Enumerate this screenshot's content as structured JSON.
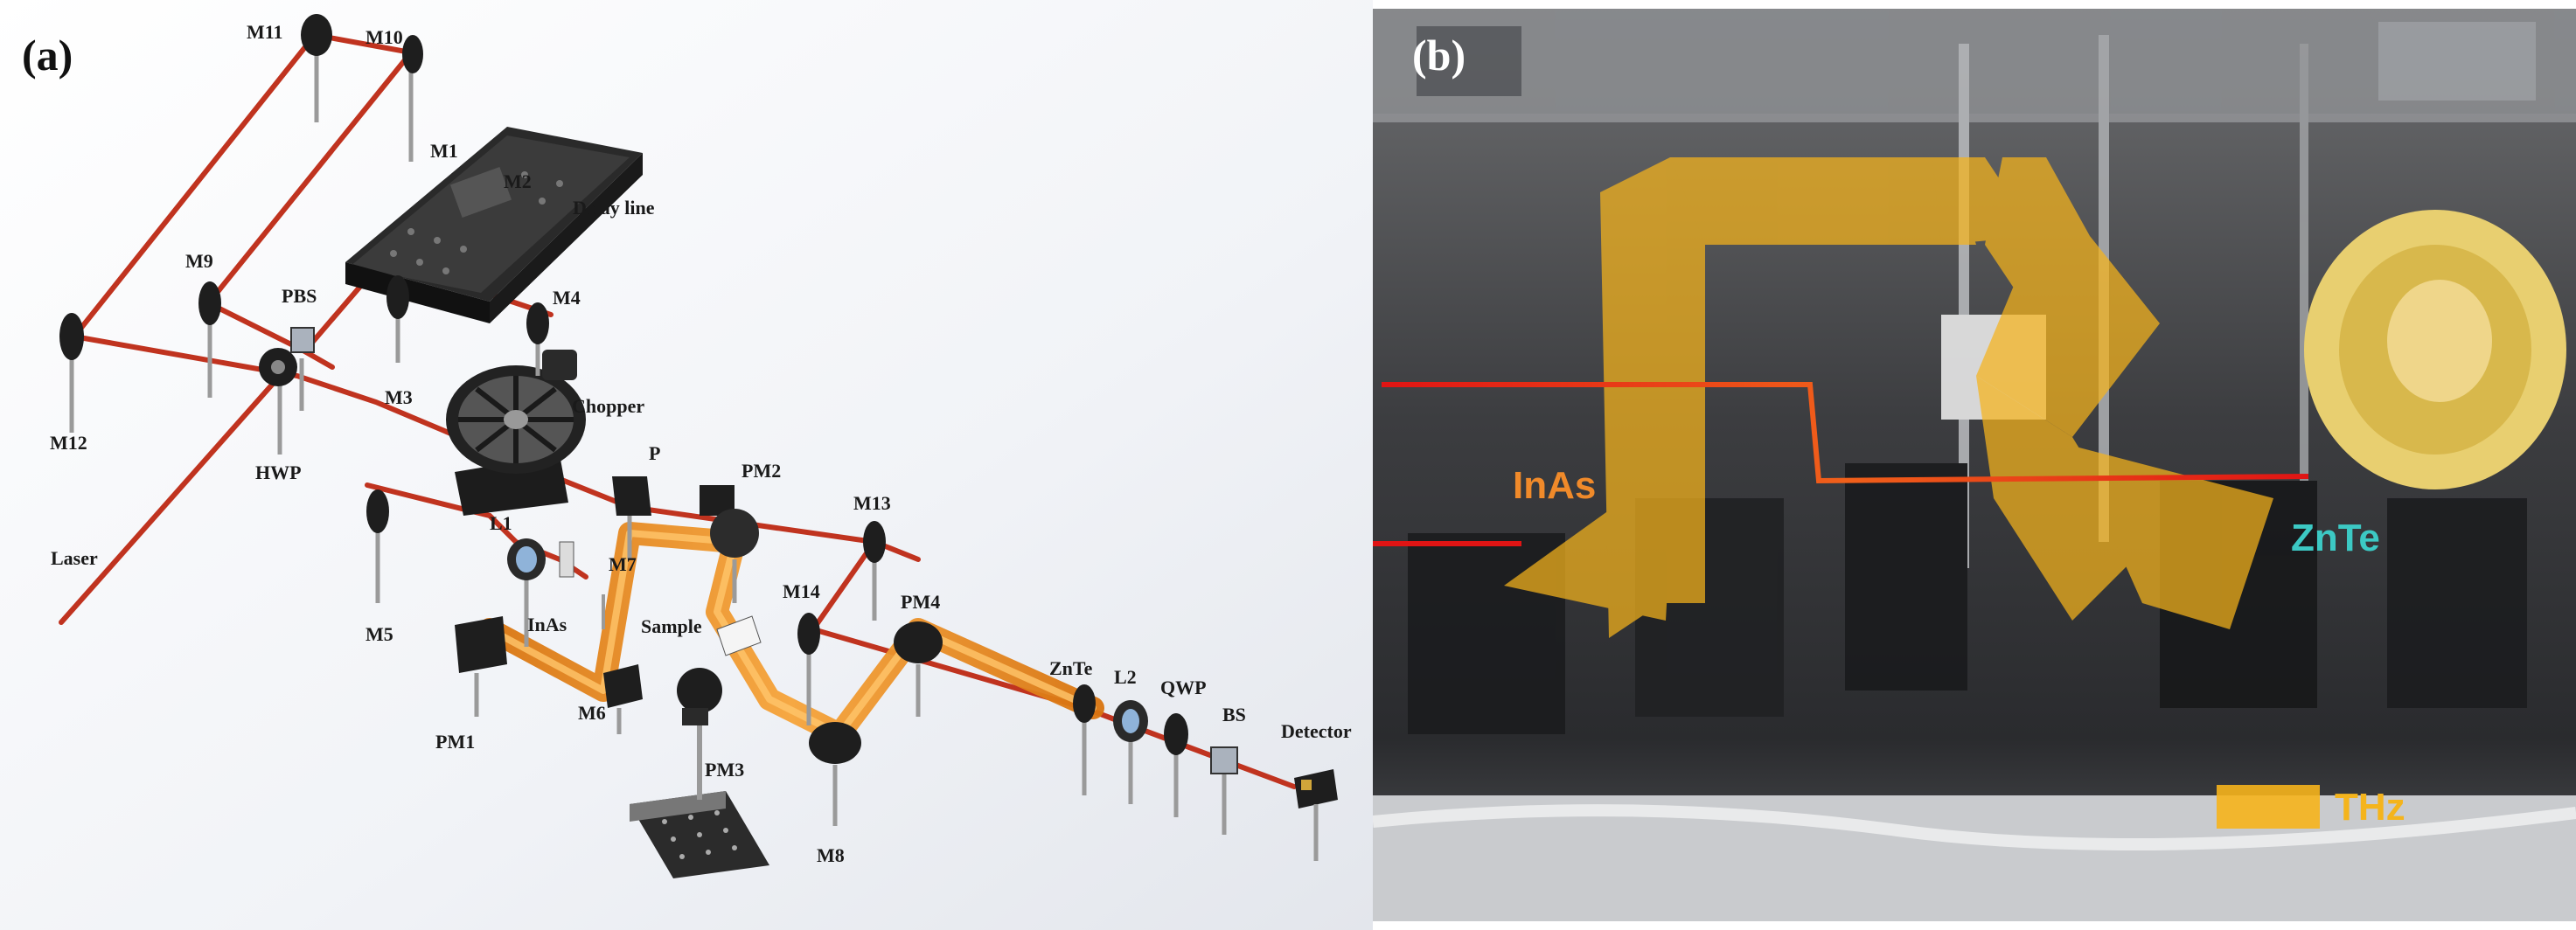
{
  "panel_a": {
    "label": "(a)",
    "components": {
      "M11": "M11",
      "M10": "M10",
      "M1": "M1",
      "M2": "M2",
      "delay_line": "Delay line",
      "M9": "M9",
      "PBS": "PBS",
      "M4": "M4",
      "M12": "M12",
      "M3": "M3",
      "HWP": "HWP",
      "chopper": "Chopper",
      "P": "P",
      "PM2": "PM2",
      "M13": "M13",
      "laser": "Laser",
      "L1": "L1",
      "M7": "M7",
      "M5": "M5",
      "InAs": "InAs",
      "sample": "Sample",
      "M14": "M14",
      "PM4": "PM4",
      "M6": "M6",
      "PM1": "PM1",
      "ZnTe": "ZnTe",
      "L2": "L2",
      "QWP": "QWP",
      "BS": "BS",
      "detector": "Detector",
      "PM3": "PM3",
      "M8": "M8"
    },
    "colors": {
      "laser_beam": "#c0331f",
      "thz_beam": "#f0941a",
      "mount": "#1e1e1e",
      "post": "#9a9a9a"
    }
  },
  "panel_b": {
    "label": "(b)",
    "tags": {
      "InAs": "InAs",
      "ZnTe": "ZnTe",
      "legend_THz": "THz"
    },
    "colors": {
      "laser_line": "#e01414",
      "thz_band": "#f6b41c",
      "inas_text": "#f08a2a",
      "znte_text": "#3cc9c4",
      "thz_text": "#f4b41c"
    }
  }
}
